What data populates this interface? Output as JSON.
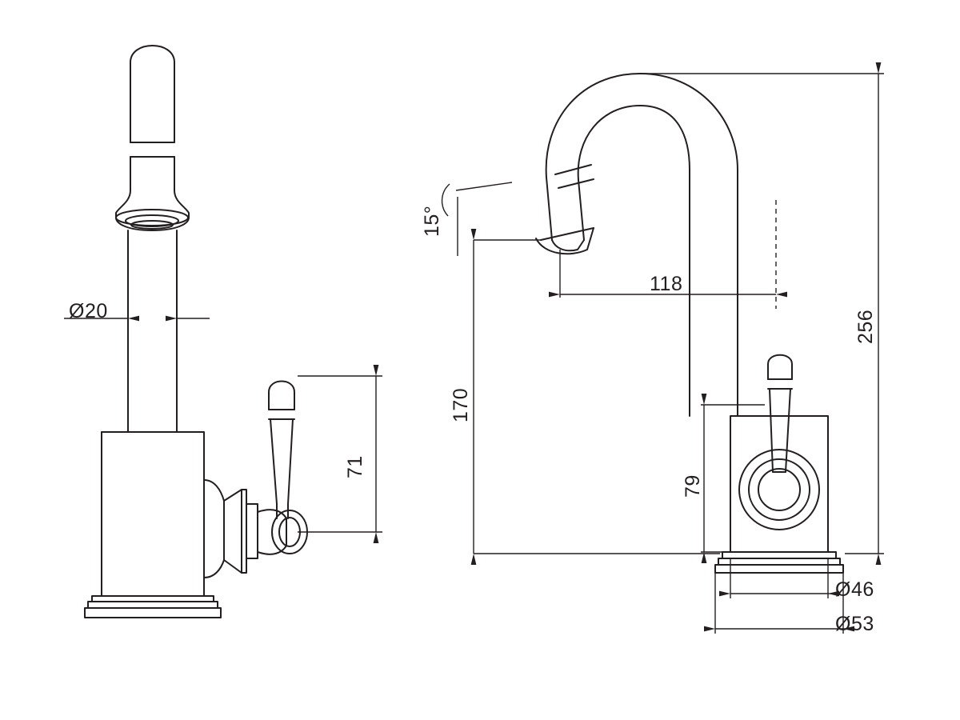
{
  "drawing": {
    "title": "tap-technical-drawing",
    "stroke_color": "#231f20",
    "background": "#ffffff",
    "views": [
      {
        "name": "side-elevation",
        "label": ""
      },
      {
        "name": "front-elevation",
        "label": ""
      }
    ]
  },
  "dimensions": {
    "diameter_spout": "Ø20",
    "handle_height": "71",
    "angle_spout": "15°",
    "spout_reach": "118",
    "spout_height": "170",
    "overall_height": "256",
    "handle_axis_height": "79",
    "base_diameter_upper": "Ø46",
    "base_diameter_lower": "Ø53"
  }
}
